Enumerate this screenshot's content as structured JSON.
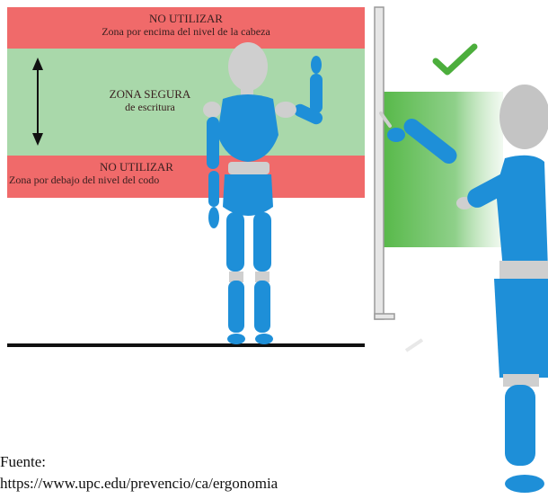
{
  "zones": {
    "top": {
      "line1": "NO UTILIZAR",
      "line2": "Zona por encima del nivel de la cabeza"
    },
    "middle": {
      "line1": "ZONA SEGURA",
      "line2": "de escritura"
    },
    "bottom": {
      "line1": "NO UTILIZAR",
      "line2": "Zona por debajo del nivel del codo"
    }
  },
  "source": {
    "label": "Fuente:",
    "url": "https://www.upc.edu/prevencio/ca/ergonomia"
  },
  "colors": {
    "danger_zone": "#f06a6a",
    "safe_zone": "#a9d8aa",
    "figure_blue": "#1e8fd8",
    "figure_gray": "#c8c8c8",
    "checkmark": "#4cae3c"
  }
}
